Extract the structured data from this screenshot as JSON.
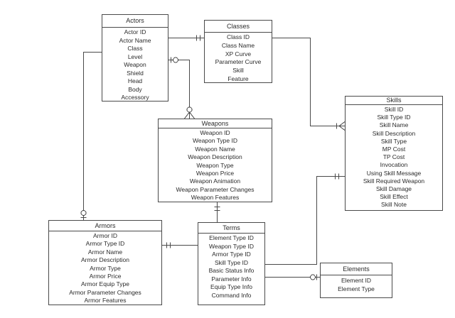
{
  "diagram": {
    "type": "entity-relationship-diagram",
    "background_color": "#ffffff",
    "line_color": "#4a4a4a",
    "text_color": "#2b2b2b",
    "entities": [
      {
        "key": "actors",
        "title": "Actors",
        "attributes": [
          "Actor ID",
          "Actor Name",
          "Class",
          "Level",
          "Weapon",
          "Shield",
          "Head",
          "Body",
          "Accessory"
        ]
      },
      {
        "key": "classes",
        "title": "Classes",
        "attributes": [
          "Class ID",
          "Class Name",
          "XP Curve",
          "Parameter Curve",
          "Skill",
          "Feature"
        ]
      },
      {
        "key": "weapons",
        "title": "Weapons",
        "attributes": [
          "Weapon ID",
          "Weapon Type ID",
          "Weapon Name",
          "Weapon Description",
          "Weapon Type",
          "Weapon Price",
          "Weapon Animation",
          "Weapon Parameter Changes",
          "Weapon Features"
        ]
      },
      {
        "key": "skills",
        "title": "Skills",
        "attributes": [
          "Skill ID",
          "Skill Type ID",
          "Skill Name",
          "Skill Description",
          "Skill Type",
          "MP Cost",
          "TP Cost",
          "Invocation",
          "Using Skill Message",
          "Skill Required Weapon",
          "Skill Damage",
          "Skill Effect",
          "Skill Note"
        ]
      },
      {
        "key": "armors",
        "title": "Armors",
        "attributes": [
          "Armor ID",
          "Armor Type ID",
          "Armor Name",
          "Armor Description",
          "Armor Type",
          "Armor Price",
          "Armor Equip Type",
          "Armor Parameter Changes",
          "Armor Features"
        ]
      },
      {
        "key": "terms",
        "title": "Terms",
        "attributes": [
          "Element Type ID",
          "Weapon Type ID",
          "Armor Type ID",
          "Skill Type ID",
          "Basic Status Info",
          "Parameter Info",
          "Equip Type Info",
          "Command Info"
        ]
      },
      {
        "key": "elements",
        "title": "Elements",
        "attributes": [
          "Element ID",
          "Element Type"
        ]
      }
    ],
    "relationships": [
      {
        "from": "Actors",
        "to": "Classes",
        "from_cardinality": "unspecified",
        "to_cardinality": "one-and-only-one"
      },
      {
        "from": "Actors",
        "to": "Weapons",
        "from_cardinality": "zero-or-one",
        "to_cardinality": "zero-or-many"
      },
      {
        "from": "Classes",
        "to": "Skills",
        "from_cardinality": "unspecified",
        "to_cardinality": "one-or-many"
      },
      {
        "from": "Terms",
        "to": "Skills",
        "from_cardinality": "unspecified",
        "to_cardinality": "one-and-only-one"
      },
      {
        "from": "Weapons",
        "to": "Terms",
        "from_cardinality": "one-and-only-one",
        "to_cardinality": "unspecified"
      },
      {
        "from": "Actors",
        "to": "Armors",
        "from_cardinality": "unspecified",
        "to_cardinality": "zero-or-one"
      },
      {
        "from": "Terms",
        "to": "Armors",
        "from_cardinality": "unspecified",
        "to_cardinality": "one-and-only-one"
      },
      {
        "from": "Terms",
        "to": "Elements",
        "from_cardinality": "unspecified",
        "to_cardinality": "zero-or-one"
      }
    ]
  }
}
